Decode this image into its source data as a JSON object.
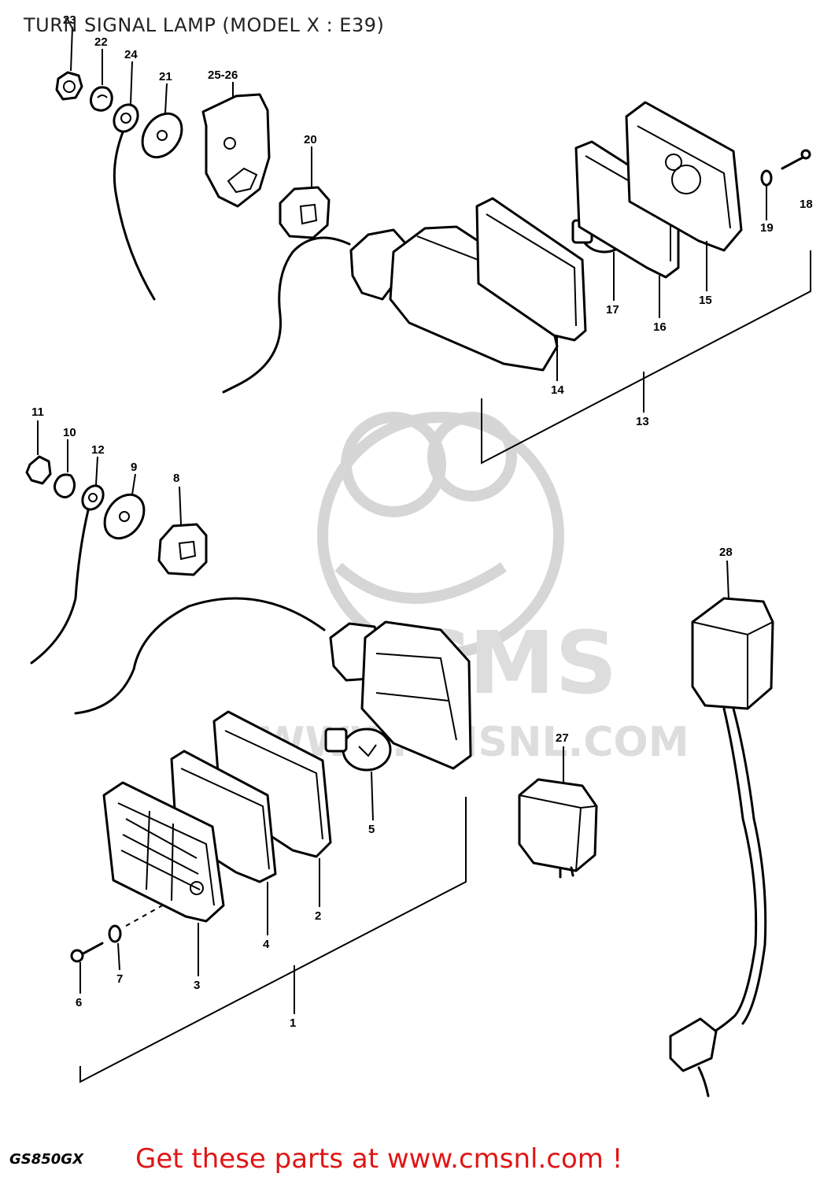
{
  "title": "TURN SIGNAL LAMP (MODEL X : E39)",
  "model_code": "GS850GX",
  "cta_text": "Get these parts at www.cmsnl.com !",
  "colors": {
    "cta": "#e01616",
    "line": "#000000",
    "watermark": "#d6d6d6"
  },
  "watermark": {
    "brand": "CMS",
    "url": "WWW.CMSNL.COM"
  },
  "callouts": [
    "1",
    "2",
    "3",
    "4",
    "5",
    "6",
    "7",
    "8",
    "9",
    "10",
    "11",
    "12",
    "13",
    "14",
    "15",
    "16",
    "17",
    "18",
    "19",
    "20",
    "21",
    "22",
    "23",
    "24",
    "25-26",
    "27",
    "28"
  ]
}
